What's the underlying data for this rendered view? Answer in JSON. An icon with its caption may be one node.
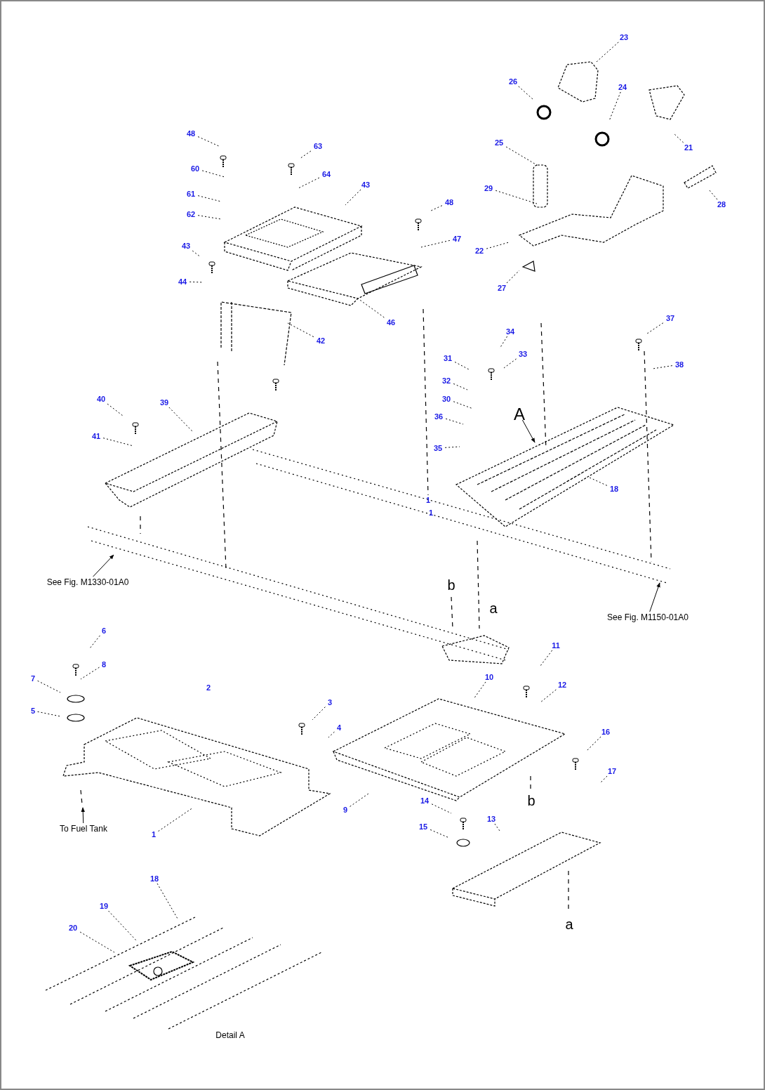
{
  "diagram": {
    "nodes": [
      {
        "text": [
          "48"
        ]
      },
      {
        "text": [
          "63"
        ]
      },
      {
        "text": [
          "60"
        ]
      },
      {
        "text": [
          "64"
        ]
      },
      {
        "text": [
          "61"
        ]
      },
      {
        "text": [
          "43"
        ]
      },
      {
        "text": [
          "62"
        ]
      },
      {
        "text": [
          "48"
        ]
      },
      {
        "text": [
          "47"
        ]
      },
      {
        "text": [
          "43"
        ]
      },
      {
        "text": [
          "44"
        ]
      },
      {
        "text": [
          "42"
        ]
      },
      {
        "text": [
          "46"
        ]
      },
      {
        "text": [
          "23"
        ]
      },
      {
        "text": [
          "26"
        ]
      },
      {
        "text": [
          "24"
        ]
      },
      {
        "text": [
          "21"
        ]
      },
      {
        "text": [
          "25"
        ]
      },
      {
        "text": [
          "29"
        ]
      },
      {
        "text": [
          "28"
        ]
      },
      {
        "text": [
          "22"
        ]
      },
      {
        "text": [
          "27"
        ]
      },
      {
        "text": [
          "40"
        ]
      },
      {
        "text": [
          "39"
        ]
      },
      {
        "text": [
          "41"
        ]
      },
      {
        "text": [
          "37"
        ]
      },
      {
        "text": [
          "34"
        ]
      },
      {
        "text": [
          "31"
        ]
      },
      {
        "text": [
          "33"
        ]
      },
      {
        "text": [
          "38"
        ]
      },
      {
        "text": [
          "32"
        ]
      },
      {
        "text": [
          "30"
        ]
      },
      {
        "text": [
          "36"
        ]
      },
      {
        "text": [
          "35"
        ]
      },
      {
        "text": [
          "18"
        ]
      },
      {
        "text": [
          "6"
        ]
      },
      {
        "text": [
          "8"
        ]
      },
      {
        "text": [
          "7"
        ]
      },
      {
        "text": [
          "5"
        ]
      },
      {
        "text": [
          "3"
        ]
      },
      {
        "text": [
          "4"
        ]
      },
      {
        "text": [
          "10"
        ]
      },
      {
        "text": [
          "11"
        ]
      },
      {
        "text": [
          "12"
        ]
      },
      {
        "text": [
          "9"
        ]
      },
      {
        "text": [
          "1"
        ]
      },
      {
        "text": [
          "16"
        ]
      },
      {
        "text": [
          "17"
        ]
      },
      {
        "text": [
          "14"
        ]
      },
      {
        "text": [
          "13"
        ]
      },
      {
        "text": [
          "15"
        ]
      },
      {
        "text": [
          "18"
        ]
      },
      {
        "text": [
          "19"
        ]
      },
      {
        "text": [
          "20"
        ]
      },
      {
        "text": [
          "See Fig. M1330-01A0"
        ]
      },
      {
        "text": [
          "See Fig. M1150-01A0"
        ]
      },
      {
        "text": [
          "To Fuel Tank"
        ]
      },
      {
        "text": [
          "A"
        ]
      }
    ],
    "edges": [
      {
        "from": 0,
        "to": null,
        "arrow": "none",
        "style": "dashed"
      },
      {
        "from": 1,
        "to": null,
        "arrow": "none",
        "style": "dashed"
      },
      {
        "from": 2,
        "to": null,
        "arrow": "none",
        "style": "dashed"
      },
      {
        "from": 3,
        "to": null,
        "arrow": "none",
        "style": "dashed"
      },
      {
        "from": 4,
        "to": null,
        "arrow": "none",
        "style": "dashed"
      },
      {
        "from": 5,
        "to": null,
        "arrow": "none",
        "style": "dashed"
      },
      {
        "from": 6,
        "to": null,
        "arrow": "none",
        "style": "dashed"
      },
      {
        "from": 7,
        "to": null,
        "arrow": "none",
        "style": "dashed"
      },
      {
        "from": 8,
        "to": null,
        "arrow": "none",
        "style": "dashed"
      },
      {
        "from": 9,
        "to": null,
        "arrow": "none",
        "style": "dashed"
      },
      {
        "from": 10,
        "to": null,
        "arrow": "none",
        "style": "dashed"
      },
      {
        "from": 11,
        "to": null,
        "arrow": "none",
        "style": "dashed"
      },
      {
        "from": 12,
        "to": null,
        "arrow": "none",
        "style": "dashed"
      },
      {
        "from": 13,
        "to": null,
        "arrow": "none",
        "style": "dashed"
      },
      {
        "from": 14,
        "to": null,
        "arrow": "none",
        "style": "dashed"
      },
      {
        "from": 15,
        "to": null,
        "arrow": "none",
        "style": "dashed"
      },
      {
        "from": 16,
        "to": null,
        "arrow": "none",
        "style": "dashed"
      },
      {
        "from": 17,
        "to": null,
        "arrow": "none",
        "style": "dashed"
      },
      {
        "from": 18,
        "to": null,
        "arrow": "none",
        "style": "dashed"
      },
      {
        "from": 19,
        "to": null,
        "arrow": "none",
        "style": "dashed"
      },
      {
        "from": 20,
        "to": null,
        "arrow": "none",
        "style": "dashed"
      },
      {
        "from": 21,
        "to": null,
        "arrow": "none",
        "style": "dashed"
      },
      {
        "from": 22,
        "to": null,
        "arrow": "none",
        "style": "dashed"
      },
      {
        "from": 23,
        "to": null,
        "arrow": "none",
        "style": "dashed"
      },
      {
        "from": 24,
        "to": null,
        "arrow": "none",
        "style": "dashed"
      },
      {
        "from": 25,
        "to": null,
        "arrow": "none",
        "style": "dashed"
      },
      {
        "from": 26,
        "to": null,
        "arrow": "none",
        "style": "dashed"
      },
      {
        "from": 27,
        "to": null,
        "arrow": "none",
        "style": "dashed"
      },
      {
        "from": 28,
        "to": null,
        "arrow": "none",
        "style": "dashed"
      },
      {
        "from": 29,
        "to": null,
        "arrow": "none",
        "style": "dashed"
      },
      {
        "from": 30,
        "to": null,
        "arrow": "none",
        "style": "dashed"
      },
      {
        "from": 31,
        "to": null,
        "arrow": "none",
        "style": "dashed"
      },
      {
        "from": 32,
        "to": null,
        "arrow": "none",
        "style": "dashed"
      },
      {
        "from": 33,
        "to": null,
        "arrow": "none",
        "style": "dashed"
      },
      {
        "from": 34,
        "to": null,
        "arrow": "none",
        "style": "dashed"
      },
      {
        "from": 35,
        "to": null,
        "arrow": "none",
        "style": "dashed"
      },
      {
        "from": 36,
        "to": null,
        "arrow": "none",
        "style": "dashed"
      },
      {
        "from": 37,
        "to": null,
        "arrow": "none",
        "style": "dashed"
      },
      {
        "from": 38,
        "to": null,
        "arrow": "none",
        "style": "dashed"
      },
      {
        "from": 39,
        "to": null,
        "arrow": "none",
        "style": "dashed"
      },
      {
        "from": 40,
        "to": null,
        "arrow": "none",
        "style": "dashed"
      },
      {
        "from": 41,
        "to": null,
        "arrow": "none",
        "style": "dashed"
      },
      {
        "from": 42,
        "to": null,
        "arrow": "none",
        "style": "dashed"
      },
      {
        "from": 43,
        "to": null,
        "arrow": "none",
        "style": "dashed"
      },
      {
        "from": 44,
        "to": null,
        "arrow": "none",
        "style": "dashed"
      },
      {
        "from": 45,
        "to": null,
        "arrow": "none",
        "style": "dashed"
      },
      {
        "from": 46,
        "to": null,
        "arrow": "none",
        "style": "dashed"
      },
      {
        "from": 47,
        "to": null,
        "arrow": "none",
        "style": "dashed"
      },
      {
        "from": 48,
        "to": null,
        "arrow": "none",
        "style": "dashed"
      },
      {
        "from": 49,
        "to": null,
        "arrow": "none",
        "style": "dashed"
      },
      {
        "from": 50,
        "to": null,
        "arrow": "none",
        "style": "dashed"
      },
      {
        "from": 51,
        "to": null,
        "arrow": "none",
        "style": "dashed"
      },
      {
        "from": 52,
        "to": null,
        "arrow": "none",
        "style": "dashed"
      },
      {
        "from": 53,
        "to": null,
        "arrow": "none",
        "style": "dashed"
      },
      {
        "from": 54,
        "to": null,
        "arrow": "to"
      },
      {
        "from": 55,
        "to": null,
        "arrow": "to"
      },
      {
        "from": 56,
        "to": null,
        "arrow": "to"
      },
      {
        "from": 57,
        "to": null,
        "arrow": "to"
      }
    ],
    "labels": [
      "1",
      "1",
      "2",
      "b",
      "a",
      "b",
      "a",
      "Detail A"
    ]
  }
}
